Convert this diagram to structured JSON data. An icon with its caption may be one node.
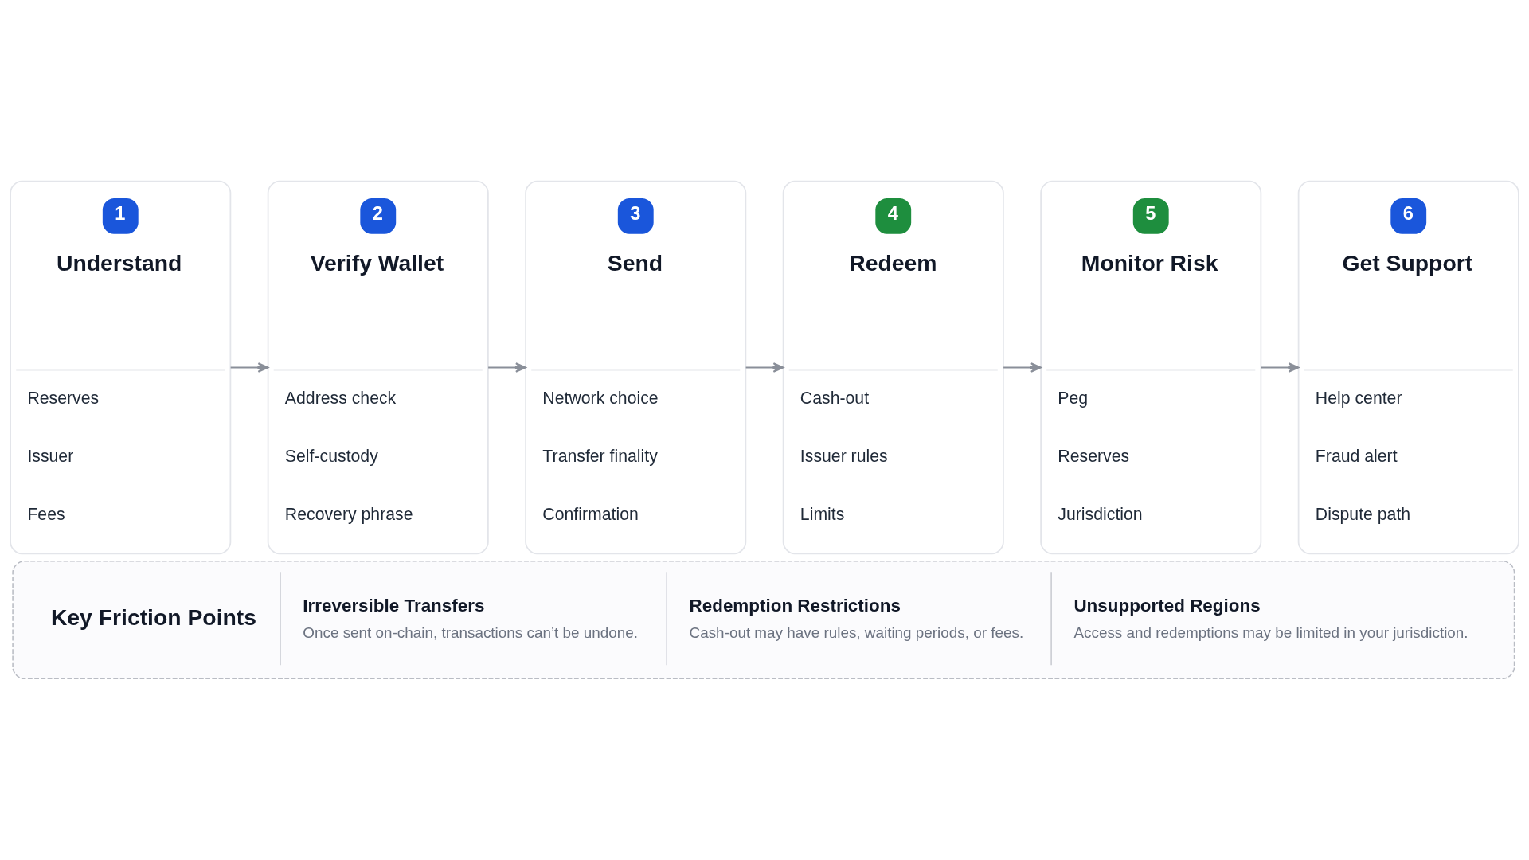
{
  "diagram": {
    "nodes": [
      {
        "text": [
          "1",
          "Understand",
          "Reserves",
          "Issuer",
          "Fees"
        ]
      },
      {
        "text": [
          "2",
          "Verify Wallet",
          "Address check",
          "Self-custody",
          "Recovery phrase"
        ]
      },
      {
        "text": [
          "3",
          "Send",
          "Network choice",
          "Transfer finality",
          "Confirmation"
        ]
      },
      {
        "text": [
          "4",
          "Redeem",
          "Cash-out",
          "Issuer rules",
          "Limits"
        ]
      },
      {
        "text": [
          "5",
          "Monitor Risk",
          "Peg",
          "Reserves",
          "Jurisdiction"
        ]
      },
      {
        "text": [
          "6",
          "Get Support",
          "Help center",
          "Fraud alert",
          "Dispute path"
        ]
      },
      {
        "text": [
          "Key Friction Points",
          "Irreversible Transfers",
          "Once sent on-chain, transactions can’t be undone.",
          "Redemption Restrictions",
          "Cash-out may have rules, waiting periods, or fees.",
          "Unsupported Regions",
          "Access and redemptions may be limited in your jurisdiction."
        ]
      }
    ],
    "edges": [
      {
        "from": 0,
        "to": 1,
        "arrow": "to"
      },
      {
        "from": 1,
        "to": 2,
        "arrow": "to"
      },
      {
        "from": 2,
        "to": 3,
        "arrow": "to"
      },
      {
        "from": 3,
        "to": 4,
        "arrow": "to"
      },
      {
        "from": 4,
        "to": 5,
        "arrow": "to"
      }
    ]
  }
}
